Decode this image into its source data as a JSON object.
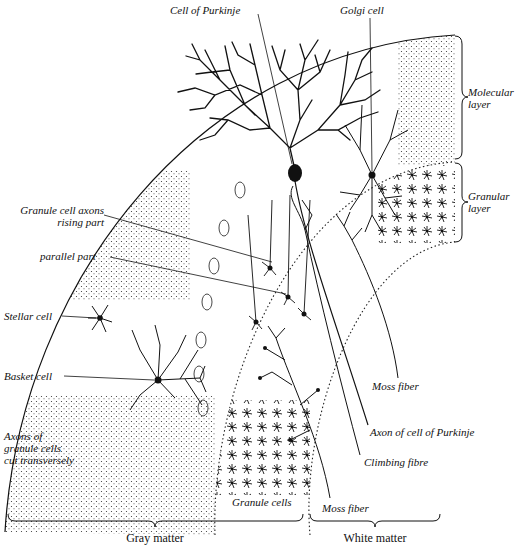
{
  "diagram": {
    "labels": [
      "Cell of Purkinje",
      "Golgi cell",
      "Molecular layer",
      "Granular layer",
      "Granule cell axons rising part",
      "parallel part",
      "Stellar cell",
      "Basket cell",
      "Axons of granule cells cut transversely",
      "Moss fiber",
      "Axon of cell of Purkinje",
      "Climbing fibre",
      "Granule cells",
      "Moss fiber",
      "Gray matter",
      "White matter"
    ]
  }
}
